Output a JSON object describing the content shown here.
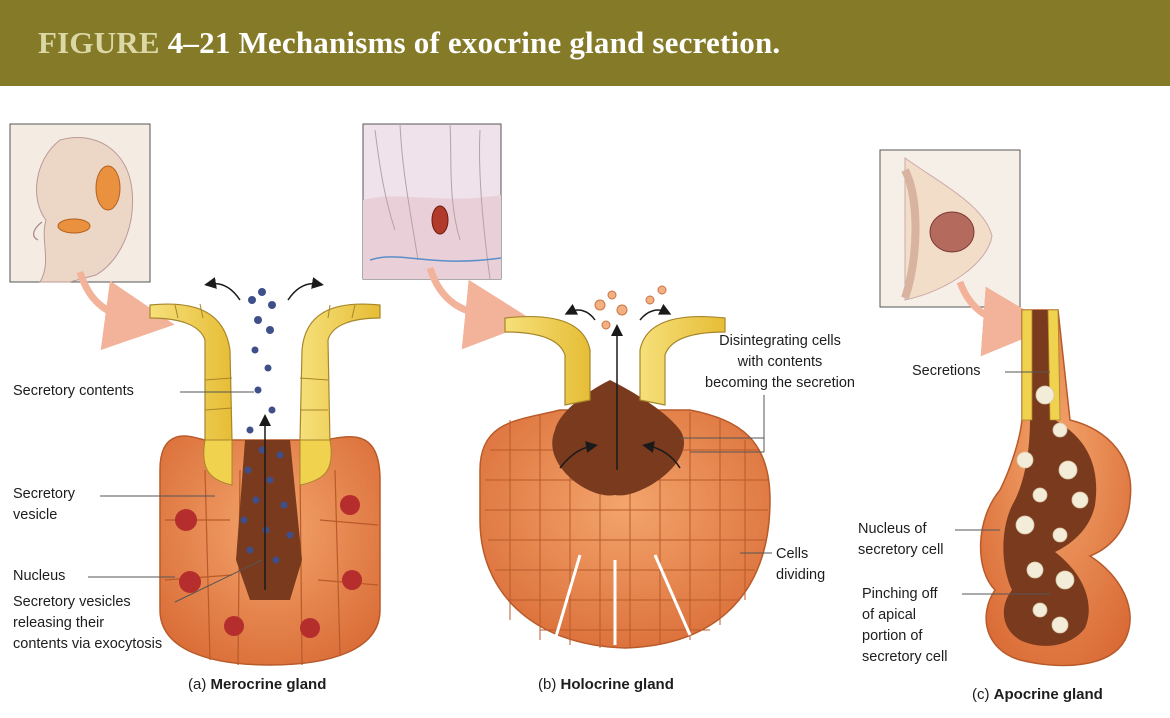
{
  "title": {
    "prefix": "FIGURE",
    "text": "4–21 Mechanisms of exocrine gland secretion."
  },
  "panels": {
    "merocrine": {
      "caption_prefix": "(a)",
      "caption_name": "Merocrine gland",
      "labels": {
        "secretory_contents": "Secretory contents",
        "secretory_vesicle_1": "Secretory",
        "secretory_vesicle_2": "vesicle",
        "nucleus": "Nucleus",
        "releasing_1": "Secretory vesicles",
        "releasing_2": "releasing their",
        "releasing_3": "contents via exocytosis"
      }
    },
    "holocrine": {
      "caption_prefix": "(b)",
      "caption_name": "Holocrine gland",
      "labels": {
        "disintegrating_1": "Disintegrating cells",
        "disintegrating_2": "with contents",
        "disintegrating_3": "becoming the secretion",
        "cells_dividing_1": "Cells",
        "cells_dividing_2": "dividing"
      }
    },
    "apocrine": {
      "caption_prefix": "(c)",
      "caption_name": "Apocrine gland",
      "labels": {
        "secretions": "Secretions",
        "nucleus_1": "Nucleus of",
        "nucleus_2": "secretory cell",
        "pinching_1": "Pinching off",
        "pinching_2": "of apical",
        "pinching_3": "portion of",
        "pinching_4": "secretory cell"
      }
    }
  },
  "colors": {
    "title_bar": "#847a27",
    "title_prefix": "#dcd8a6",
    "cell_fill": "#e8834a",
    "duct_cell_fill": "#f0d24e",
    "lumen": "#7a3a1e",
    "pointer_arrow": "#f2b39a",
    "vesicle": "#3f4f8a"
  }
}
